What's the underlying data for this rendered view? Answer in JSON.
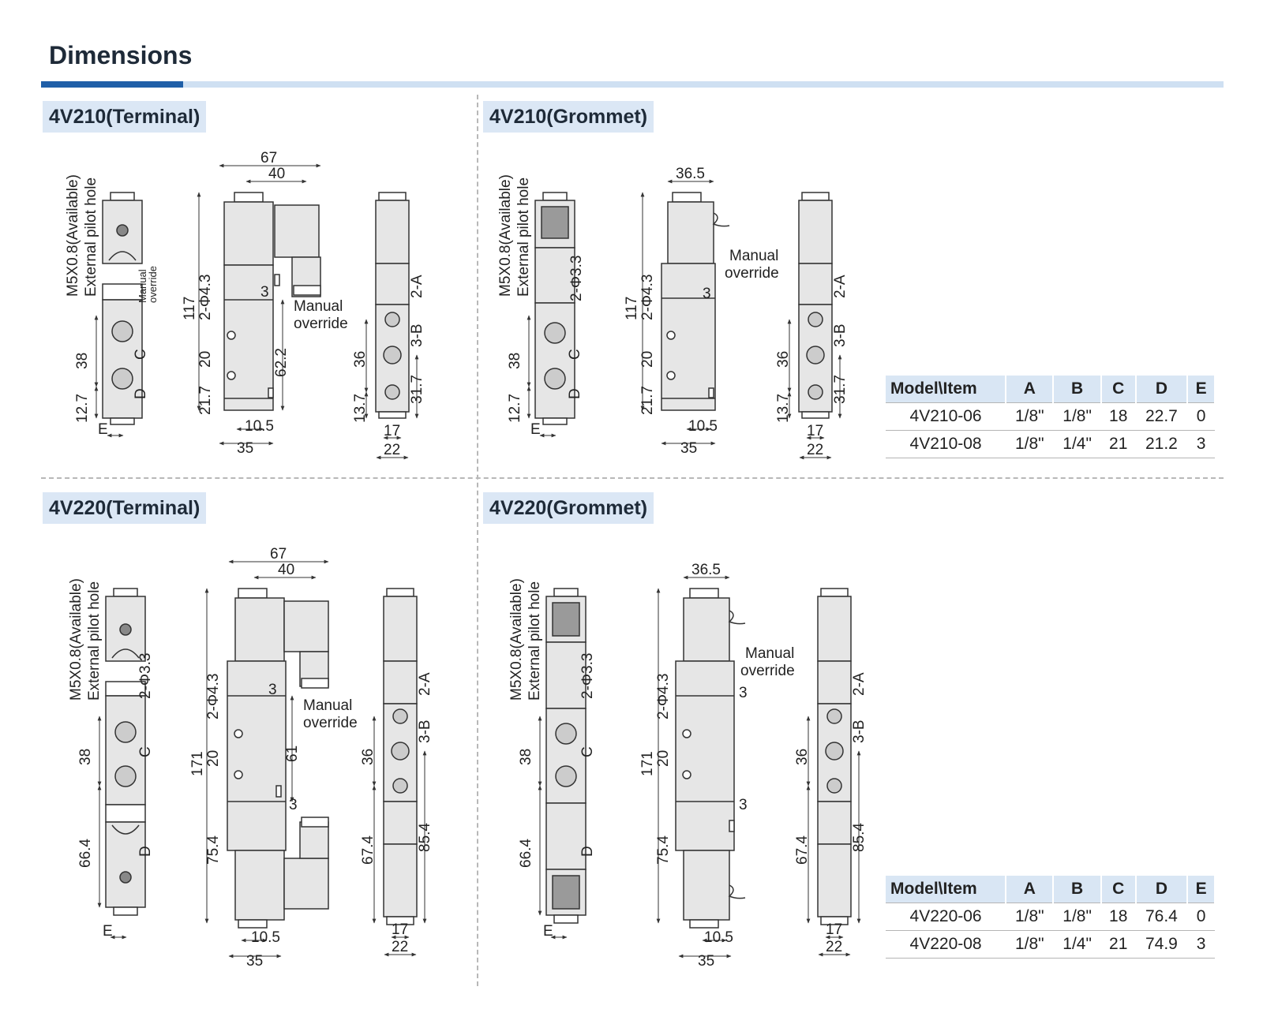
{
  "page_title": "Dimensions",
  "sections": [
    {
      "label": "4V210(Terminal)"
    },
    {
      "label": "4V210(Grommet)"
    },
    {
      "label": "4V220(Terminal)"
    },
    {
      "label": "4V220(Grommet)"
    }
  ],
  "labels": {
    "m5": "M5X0.8(Available)",
    "ext": "External pilot  hole",
    "manual": "Manual",
    "override": "override",
    "manual_small": "Manual",
    "override_small": "override",
    "phi43": "2-Φ4.3",
    "phi33": "2-Φ3.3",
    "port_a": "2-A",
    "port_b": "3-B",
    "c": "C",
    "d": "D",
    "e": "E",
    "n3": "3"
  },
  "dims_210_terminal": {
    "w67": "67",
    "w40": "40",
    "h117": "117",
    "h20": "20",
    "h21_7": "21.7",
    "h62_2": "62.2",
    "w10_5": "10.5",
    "w35": "35",
    "h38": "38",
    "h12_7": "12.7",
    "h36": "36",
    "h13_7": "13.7",
    "h31_7": "31.7",
    "w17": "17",
    "w22": "22"
  },
  "dims_210_grommet": {
    "w36_5": "36.5",
    "h117": "117",
    "h20": "20",
    "h21_7": "21.7",
    "w10_5": "10.5",
    "w35": "35",
    "h38": "38",
    "h12_7": "12.7",
    "h36": "36",
    "h13_7": "13.7",
    "h31_7": "31.7",
    "w17": "17",
    "w22": "22"
  },
  "dims_220_terminal": {
    "w67": "67",
    "w40": "40",
    "h171": "171",
    "h20": "20",
    "h75_4": "75.4",
    "h61": "61",
    "w10_5": "10.5",
    "w35": "35",
    "h38": "38",
    "h66_4": "66.4",
    "h36": "36",
    "h67_4": "67.4",
    "h85_4": "85.4",
    "w17": "17",
    "w22": "22"
  },
  "dims_220_grommet": {
    "w36_5": "36.5",
    "h171": "171",
    "h20": "20",
    "h75_4": "75.4",
    "w10_5": "10.5",
    "w35": "35",
    "h38": "38",
    "h66_4": "66.4",
    "h36": "36",
    "h67_4": "67.4",
    "h85_4": "85.4",
    "w17": "17",
    "w22": "22"
  },
  "table_210": {
    "headers": [
      "Model\\Item",
      "A",
      "B",
      "C",
      "D",
      "E"
    ],
    "rows": [
      [
        "4V210-06",
        "1/8\"",
        "1/8\"",
        "18",
        "22.7",
        "0"
      ],
      [
        "4V210-08",
        "1/8\"",
        "1/4\"",
        "21",
        "21.2",
        "3"
      ]
    ]
  },
  "table_220": {
    "headers": [
      "Model\\Item",
      "A",
      "B",
      "C",
      "D",
      "E"
    ],
    "rows": [
      [
        "4V220-06",
        "1/8\"",
        "1/8\"",
        "18",
        "76.4",
        "0"
      ],
      [
        "4V220-08",
        "1/8\"",
        "1/4\"",
        "21",
        "74.9",
        "3"
      ]
    ]
  },
  "colors": {
    "accent": "#1f5fa8",
    "label_bg": "#dbe7f5",
    "body_fill": "#e6e6e6",
    "line": "#333333"
  }
}
